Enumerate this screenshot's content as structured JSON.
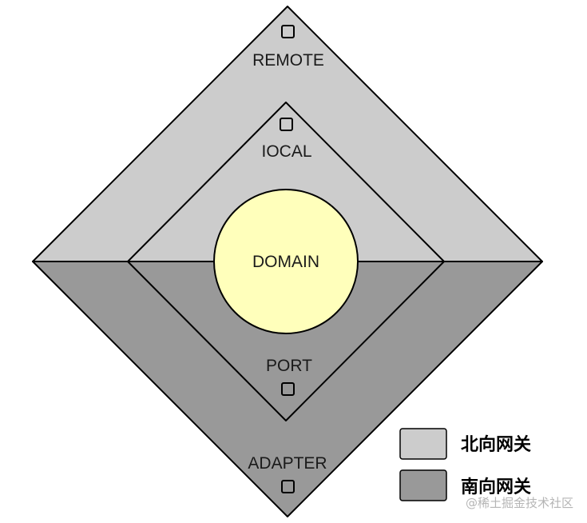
{
  "diagram": {
    "layers": {
      "remote": "REMOTE",
      "local": "IOCAL",
      "domain": "DOMAIN",
      "port": "PORT",
      "adapter": "ADAPTER"
    },
    "legend": [
      {
        "label": "北向网关",
        "color": "#cccccc"
      },
      {
        "label": "南向网关",
        "color": "#999999"
      }
    ],
    "colors": {
      "north": "#cccccc",
      "south": "#999999",
      "domain": "#ffffbb",
      "stroke": "#000000"
    }
  },
  "watermark": "@稀土掘金技术社区"
}
